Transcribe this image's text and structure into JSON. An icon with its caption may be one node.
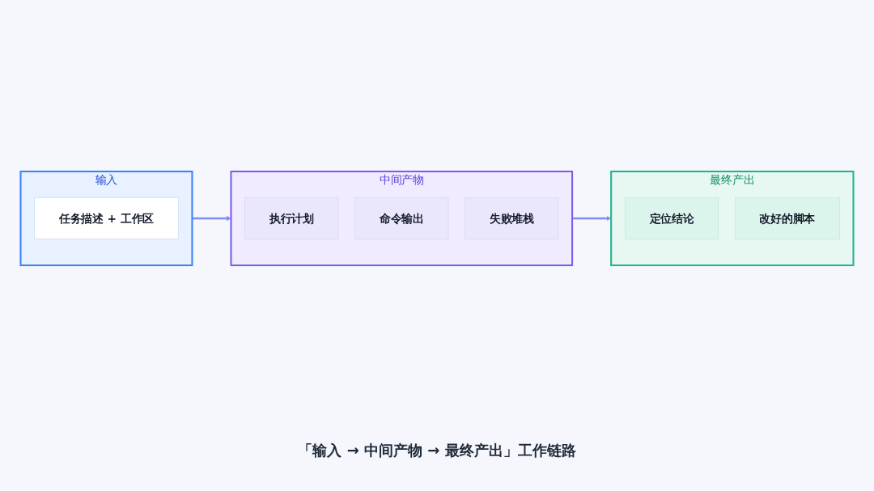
{
  "diagram": {
    "caption": "「输入 → 中间产物 → 最终产出」工作链路",
    "nodes": [
      {
        "text": [
          "输入"
        ]
      },
      {
        "text": [
          "任务描述 + 工作区"
        ],
        "in": 0
      },
      {
        "text": [
          "中间产物"
        ]
      },
      {
        "text": [
          "执行计划"
        ],
        "in": 2
      },
      {
        "text": [
          "命令输出"
        ],
        "in": 2
      },
      {
        "text": [
          "失败堆栈"
        ],
        "in": 2
      },
      {
        "text": [
          "最终产出"
        ]
      },
      {
        "text": [
          "定位结论"
        ],
        "in": 6
      },
      {
        "text": [
          "改好的脚本"
        ],
        "in": 6
      }
    ],
    "edges": [
      {
        "from": 0,
        "to": 2,
        "arrow": "to"
      },
      {
        "from": 2,
        "to": 6,
        "arrow": "to"
      }
    ]
  }
}
